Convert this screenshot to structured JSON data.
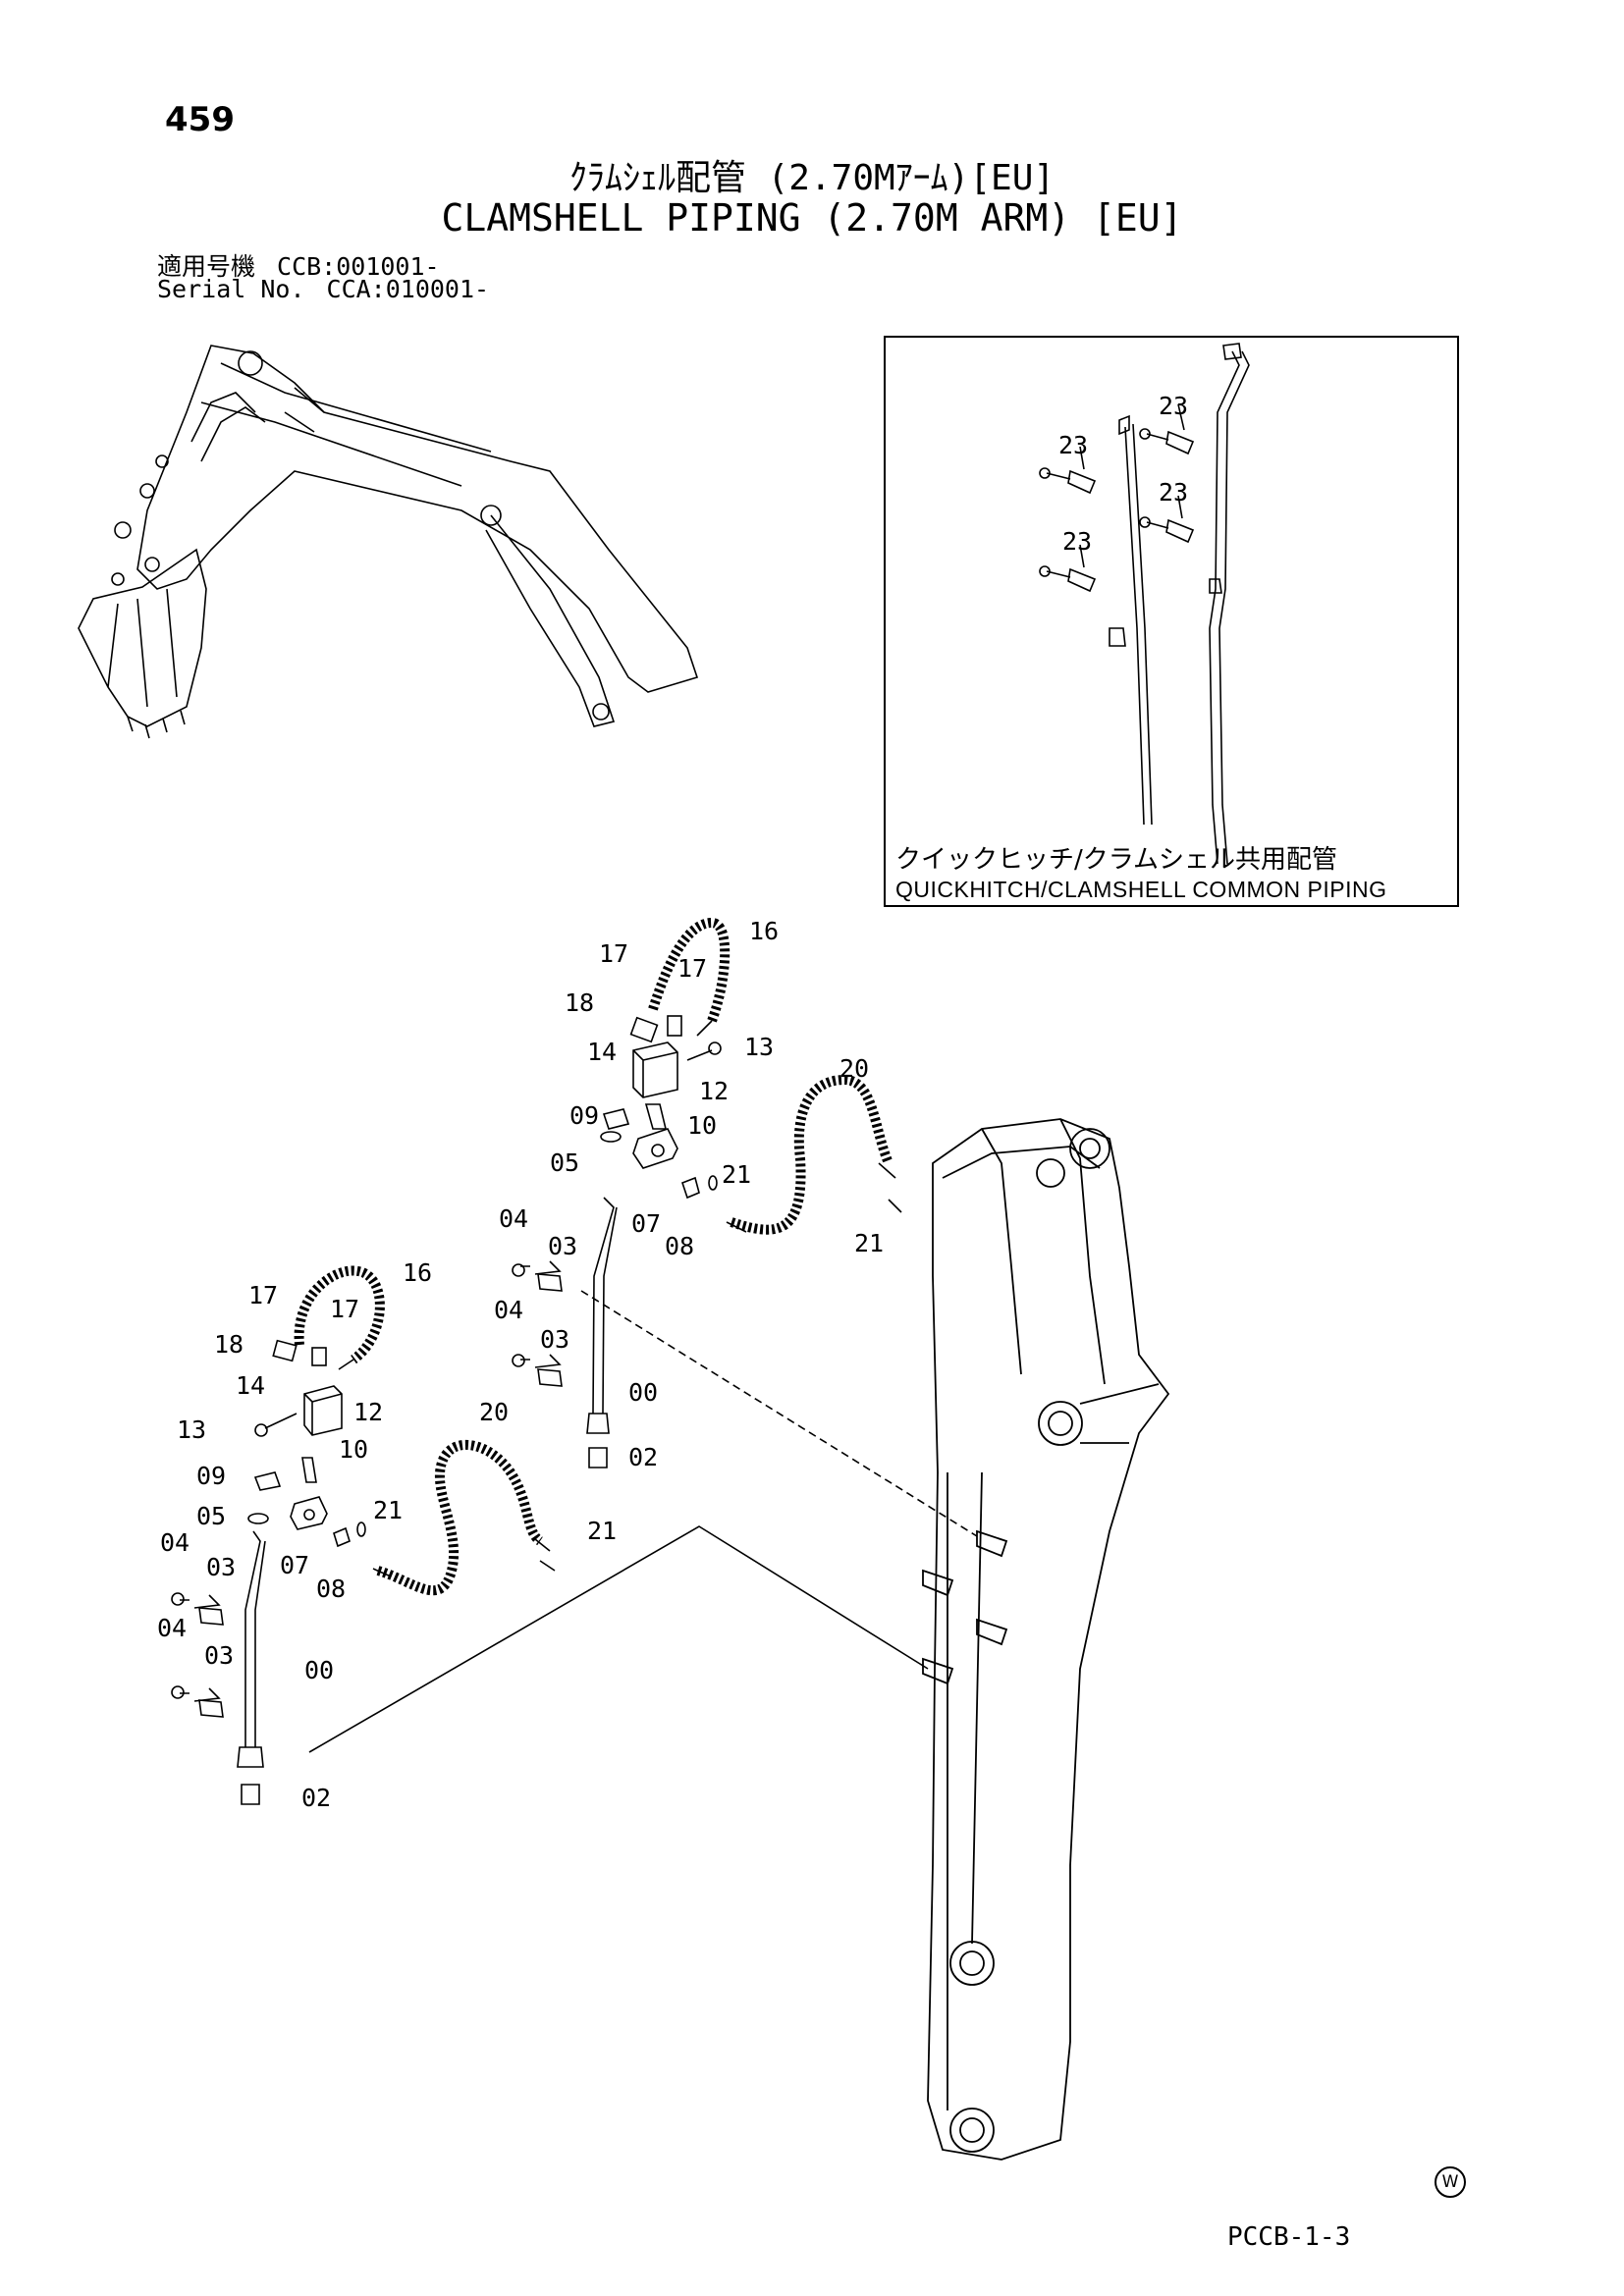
{
  "page_number": "459",
  "title_jp": "ｸﾗﾑｼｪﾙ配管 (2.70Mｱｰﾑ)[EU]",
  "title_en": "CLAMSHELL PIPING (2.70M ARM) [EU]",
  "serial": {
    "row1_label": "適用号機",
    "row1_value": "CCB:001001-",
    "row2_label": "Serial No.",
    "row2_value": "CCA:010001-"
  },
  "inset": {
    "caption_jp": "クイックヒッチ/クラムシェル共用配管",
    "caption_en": "QUICKHITCH/CLAMSHELL COMMON PIPING",
    "labels": [
      "23",
      "23",
      "23",
      "23"
    ]
  },
  "callouts": {
    "upper": [
      "16",
      "17",
      "17",
      "18",
      "14",
      "13",
      "12",
      "09",
      "10",
      "05",
      "07",
      "21",
      "08",
      "20",
      "21",
      "04",
      "03",
      "04",
      "03",
      "00",
      "02"
    ],
    "lower": [
      "16",
      "17",
      "17",
      "18",
      "14",
      "12",
      "13",
      "10",
      "09",
      "05",
      "07",
      "21",
      "08",
      "20",
      "21",
      "04",
      "03",
      "04",
      "03",
      "00",
      "02"
    ]
  },
  "doc_code": "PCCB-1-3",
  "w_mark": "W"
}
